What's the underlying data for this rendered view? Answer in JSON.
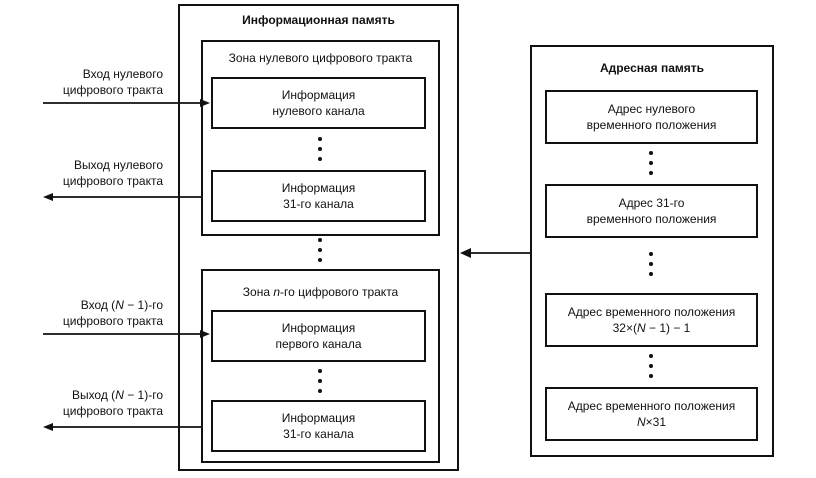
{
  "info_memory": {
    "title": "Информационная память",
    "zone0": {
      "title": "Зона нулевого цифрового тракта",
      "cell_first": [
        "Информация",
        "нулевого канала"
      ],
      "cell_last": [
        "Информация",
        "31-го канала"
      ]
    },
    "zoneN": {
      "title": "Зона n-го цифрового тракта",
      "cell_first": [
        "Информация",
        "первого канала"
      ],
      "cell_last": [
        "Информация",
        "31-го канала"
      ]
    }
  },
  "address_memory": {
    "title": "Адресная память",
    "cells": [
      [
        "Адрес нулевого",
        "временного положения"
      ],
      [
        "Адрес 31-го",
        "временного положения"
      ],
      [
        "Адрес временного положения",
        "32×(N − 1) − 1"
      ],
      [
        "Адрес временного положения",
        "N×31"
      ]
    ]
  },
  "io_labels": {
    "in0": [
      "Вход нулевого",
      "цифрового тракта"
    ],
    "out0": [
      "Выход нулевого",
      "цифрового тракта"
    ],
    "inN": [
      "Вход (N − 1)-го",
      "цифрового тракта"
    ],
    "outN": [
      "Выход (N − 1)-го",
      "цифрового тракта"
    ]
  }
}
